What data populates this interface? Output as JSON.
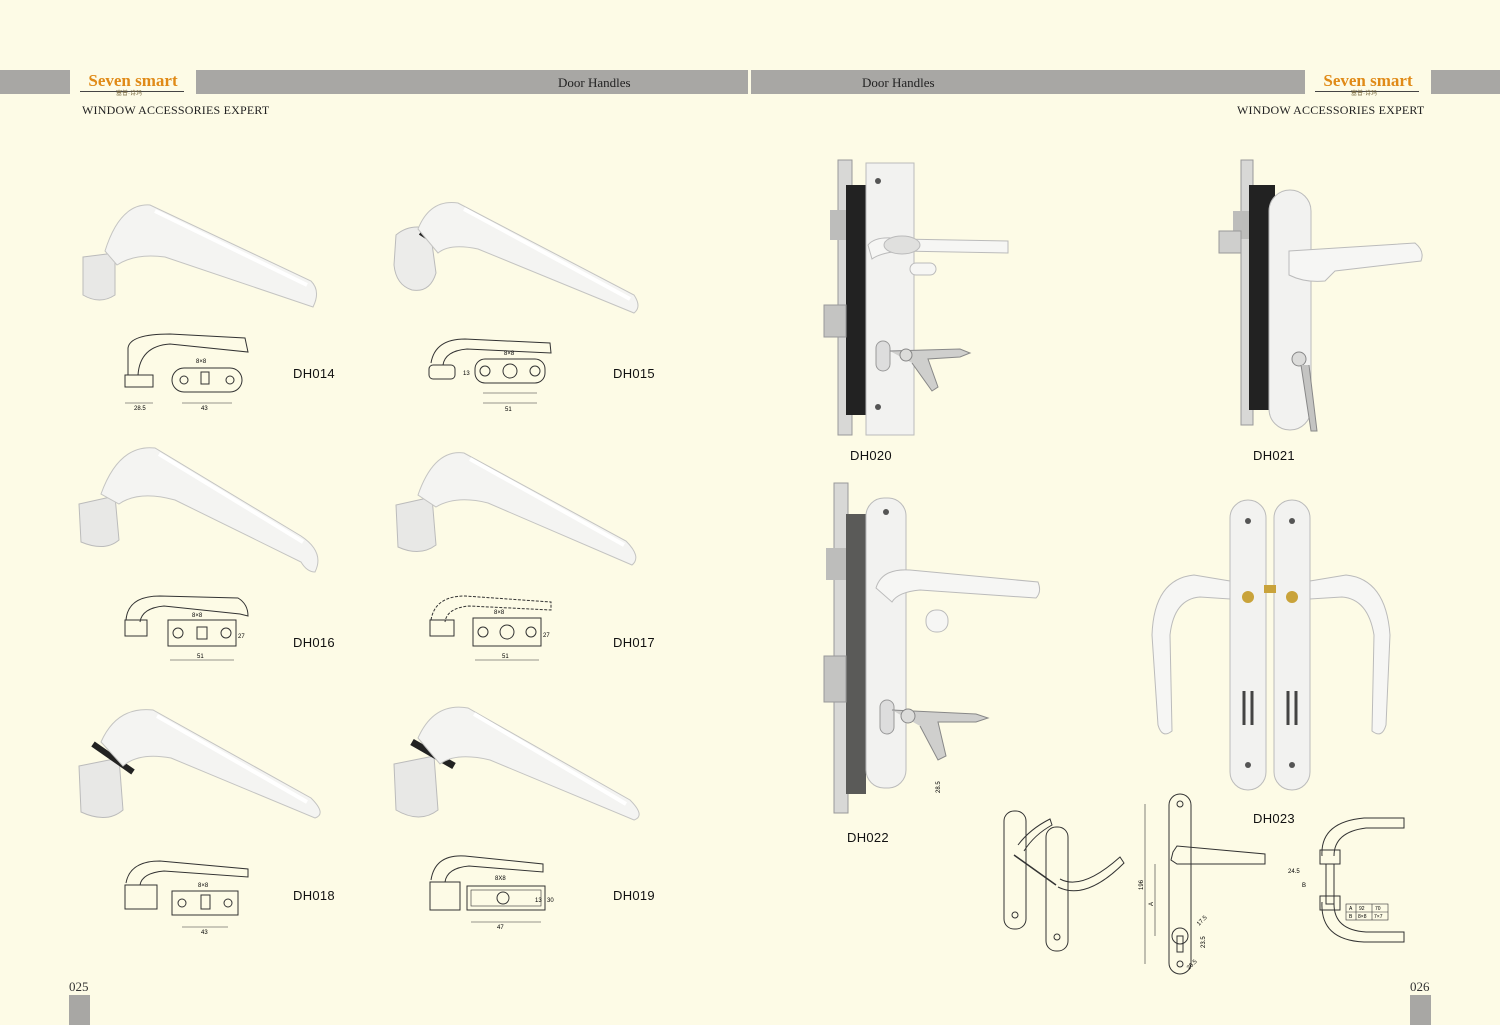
{
  "left_page": {
    "brand": "Seven smart",
    "brand_sub": "塞普·诗玛",
    "section_title": "Door Handles",
    "tagline": "WINDOW ACCESSORIES EXPERT",
    "page_number": "025",
    "products": [
      {
        "code": "DH014"
      },
      {
        "code": "DH015"
      },
      {
        "code": "DH016"
      },
      {
        "code": "DH017"
      },
      {
        "code": "DH018"
      },
      {
        "code": "DH019"
      }
    ]
  },
  "right_page": {
    "brand": "Seven smart",
    "brand_sub": "塞普·诗玛",
    "section_title": "Door Handles",
    "tagline": "WINDOW ACCESSORIES EXPERT",
    "page_number": "026",
    "products": [
      {
        "code": "DH020"
      },
      {
        "code": "DH021"
      },
      {
        "code": "DH022"
      },
      {
        "code": "DH023"
      }
    ]
  },
  "drawing_labels": {
    "dh014": [
      "8×8",
      "28.5",
      "43"
    ],
    "dh015": [
      "8×8",
      "13",
      "51"
    ],
    "dh016": [
      "8×8",
      "27",
      "51"
    ],
    "dh017": [
      "8×8",
      "27",
      "51"
    ],
    "dh018": [
      "8×8",
      "43"
    ],
    "dh019": [
      "8X8",
      "13",
      "30",
      "47"
    ],
    "dh022": [
      "28.5"
    ],
    "dh023_side": [
      "196",
      "A",
      "17.5",
      "23.5",
      "28.5"
    ],
    "dh023_table": [
      [
        "A",
        "92",
        "70"
      ],
      [
        "B",
        "8×8",
        "7×7"
      ]
    ],
    "dh023_dims": [
      "24.5",
      "B"
    ]
  },
  "colors": {
    "background": "#fdfbe6",
    "band": "#a8a7a4",
    "brand": "#e08a17"
  }
}
